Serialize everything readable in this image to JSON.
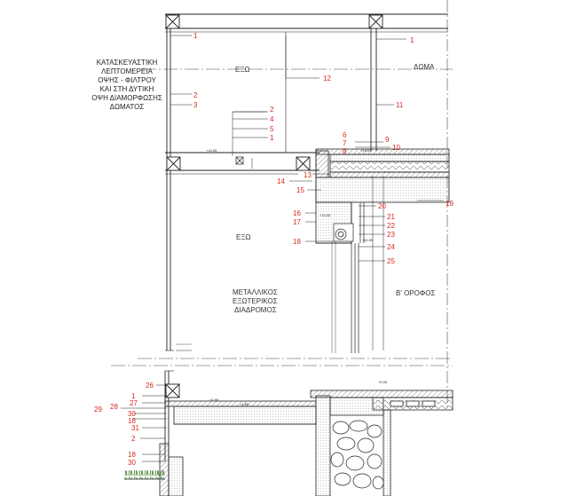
{
  "title_lines": [
    "ΚΑΤΑΣΚΕΥΑΣΤΙΚΗ",
    "ΛΕΠΤΟΜΕΡΕΙΑ",
    "ΟΨΗΣ - ΦΙΛΤΡΟΥ",
    "ΚΑΙ ΣΤΗ ΔΥΤΙΚΗ",
    "ΟΨΗ ΔΙΑΜΟΡΦΩΣΗΣ",
    "ΔΩΜΑΤΟΣ"
  ],
  "zones": {
    "exo_top": "ΕΞΩ",
    "doma": "ΔΩΜΑ",
    "exo_mid": "ΕΞΩ",
    "corridor": [
      "ΜΕΤΑΛΛΙΚΟΣ",
      "ΕΞΩΤΕΡΙΚΟΣ",
      "ΔΙΑΔΡΟΜΟΣ"
    ],
    "floor_b": "Β' ΟΡΟΦΟΣ"
  },
  "levels": {
    "roof_left": "+13.05",
    "roof_right": "+13.15",
    "beam_a": "+13.05",
    "floor_b": "+10.05",
    "bottom_left": "+1.95",
    "bottom_mid": "+1.80",
    "bottom_right": "+2.05"
  },
  "labels": {
    "l1_top": "1",
    "l1_right": "1",
    "l12": "12",
    "l2_a": "2",
    "l3": "3",
    "l11": "11",
    "l2_b": "2",
    "l4": "4",
    "l5": "5",
    "l1_b": "1",
    "l6": "6",
    "l7": "7",
    "l8": "8",
    "l9": "9",
    "l10": "10",
    "l13": "13",
    "l14": "14",
    "l15": "15",
    "l19": "19",
    "l20": "20",
    "l16": "16",
    "l21": "21",
    "l17": "17",
    "l22": "22",
    "l23": "23",
    "l18_a": "18",
    "l24": "24",
    "l25": "25",
    "l26": "26",
    "l1_c": "1",
    "l27": "27",
    "l28": "28",
    "l29": "29",
    "l30_a": "30",
    "l18_b": "18",
    "l31": "31",
    "l2_c": "2",
    "l18_c": "18",
    "l30_b": "30"
  },
  "colors": {
    "label": "#d42a1e",
    "line": "#222222"
  }
}
